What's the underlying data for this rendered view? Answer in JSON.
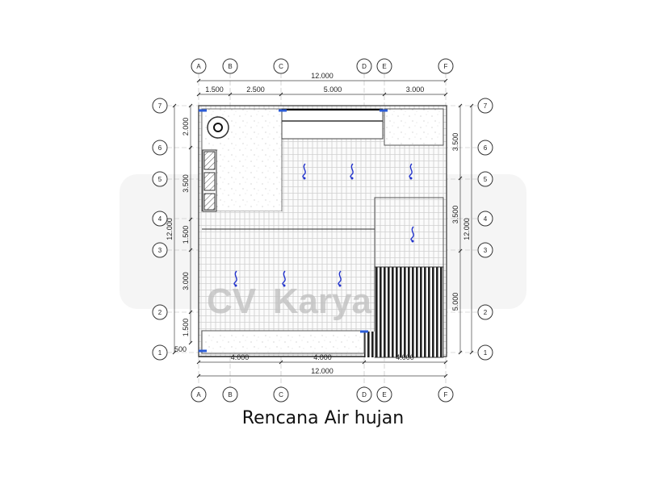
{
  "title": "Rencana Air hujan",
  "watermark": {
    "left": "CV",
    "right": "Karya"
  },
  "grid": {
    "columns": [
      "A",
      "B",
      "C",
      "D",
      "E",
      "F"
    ],
    "rows": [
      "7",
      "6",
      "5",
      "4",
      "3",
      "2",
      "1"
    ]
  },
  "dimensions": {
    "top_total": "12.000",
    "top_segments": [
      "1.500",
      "2.500",
      "5.000",
      "3.000"
    ],
    "bottom_total": "12.000",
    "bottom_segments": [
      "4.000",
      "4.000",
      "4.000"
    ],
    "left_total": "12.000",
    "left_segments": [
      "2.000",
      "3.500",
      "1.500",
      "3.000",
      "1.500",
      "500"
    ],
    "right_total": "12.000",
    "right_segments": [
      "3.500",
      "3.500",
      "5.000"
    ]
  },
  "colors": {
    "drain": "#2233cc",
    "line": "#333333"
  }
}
